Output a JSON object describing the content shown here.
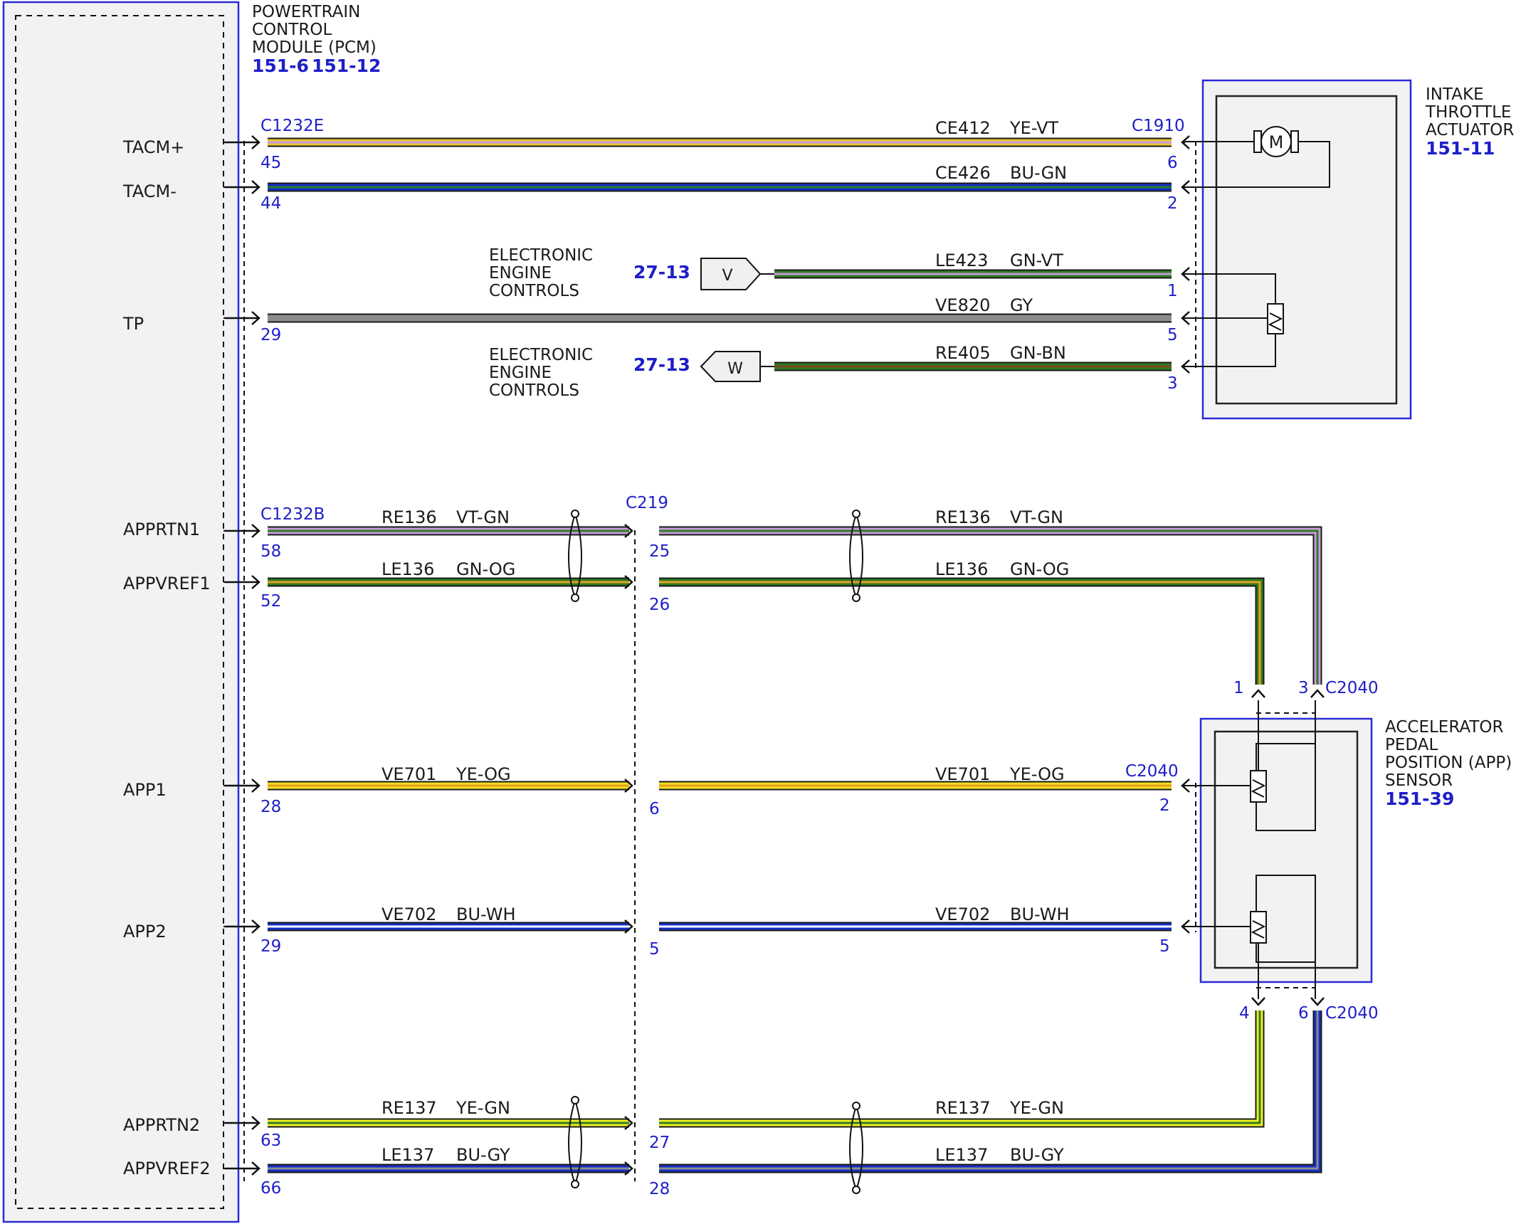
{
  "pcm": {
    "title": [
      "POWERTRAIN",
      "CONTROL",
      "MODULE (PCM)"
    ],
    "refs": [
      "151-6",
      "151-12"
    ],
    "signals": [
      "TACM+",
      "TACM-",
      "TP",
      "APPRTN1",
      "APPVREF1",
      "APP1",
      "APP2",
      "APPRTN2",
      "APPVREF2"
    ]
  },
  "connectors": {
    "pcm_upper": "C1232E",
    "pcm_lower": "C1232B",
    "inline": "C219",
    "throttle": "C1910",
    "app": "C2040"
  },
  "throttle": {
    "title": [
      "INTAKE",
      "THROTTLE",
      "ACTUATOR"
    ],
    "ref": "151-11",
    "motor_symbol": "M"
  },
  "app_sensor": {
    "title": [
      "ACCELERATOR",
      "PEDAL",
      "POSITION (APP)",
      "SENSOR"
    ],
    "ref": "151-39"
  },
  "eec": {
    "title": [
      "ELECTRONIC",
      "ENGINE",
      "CONTROLS"
    ],
    "ref": "27-13",
    "tag_v": "V",
    "tag_w": "W"
  },
  "wires": [
    {
      "circuit": "CE412",
      "color": "YE-VT",
      "pin_pcm": "45",
      "pin_dev": "6"
    },
    {
      "circuit": "CE426",
      "color": "BU-GN",
      "pin_pcm": "44",
      "pin_dev": "2"
    },
    {
      "circuit": "LE423",
      "color": "GN-VT",
      "pin_dev": "1"
    },
    {
      "circuit": "VE820",
      "color": "GY",
      "pin_pcm": "29",
      "pin_dev": "5"
    },
    {
      "circuit": "RE405",
      "color": "GN-BN",
      "pin_dev": "3"
    },
    {
      "circuit": "RE136",
      "color": "VT-GN",
      "pin_pcm": "58",
      "pin_mid": "25",
      "pin_dev": "3"
    },
    {
      "circuit": "LE136",
      "color": "GN-OG",
      "pin_pcm": "52",
      "pin_mid": "26",
      "pin_dev": "1"
    },
    {
      "circuit": "VE701",
      "color": "YE-OG",
      "pin_pcm": "28",
      "pin_mid": "6",
      "pin_dev": "2"
    },
    {
      "circuit": "VE702",
      "color": "BU-WH",
      "pin_pcm": "29",
      "pin_mid": "5",
      "pin_dev": "5"
    },
    {
      "circuit": "RE137",
      "color": "YE-GN",
      "pin_pcm": "63",
      "pin_mid": "27",
      "pin_dev": "4"
    },
    {
      "circuit": "LE137",
      "color": "BU-GY",
      "pin_pcm": "66",
      "pin_mid": "28",
      "pin_dev": "6"
    }
  ],
  "wire_colors": {
    "YE-VT": {
      "base": "#e8c830",
      "stripe": "#c89adc"
    },
    "BU-GN": {
      "base": "#1530c8",
      "stripe": "#2a7a2a"
    },
    "GN-VT": {
      "base": "#2e7d22",
      "stripe": "#c89adc"
    },
    "GY": {
      "base": "#8c8c8c",
      "stripe": "#8c8c8c"
    },
    "GN-BN": {
      "base": "#2e7d22",
      "stripe": "#7a4a20"
    },
    "VT-GN": {
      "base": "#c89adc",
      "stripe": "#2e7d22"
    },
    "GN-OG": {
      "base": "#2e7d22",
      "stripe": "#e8a020"
    },
    "YE-OG": {
      "base": "#f0e020",
      "stripe": "#e8a020"
    },
    "BU-WH": {
      "base": "#1530c8",
      "stripe": "#ffffff"
    },
    "YE-GN": {
      "base": "#f0f020",
      "stripe": "#2e7d22"
    },
    "BU-GY": {
      "base": "#1530c8",
      "stripe": "#8c8c8c"
    }
  }
}
